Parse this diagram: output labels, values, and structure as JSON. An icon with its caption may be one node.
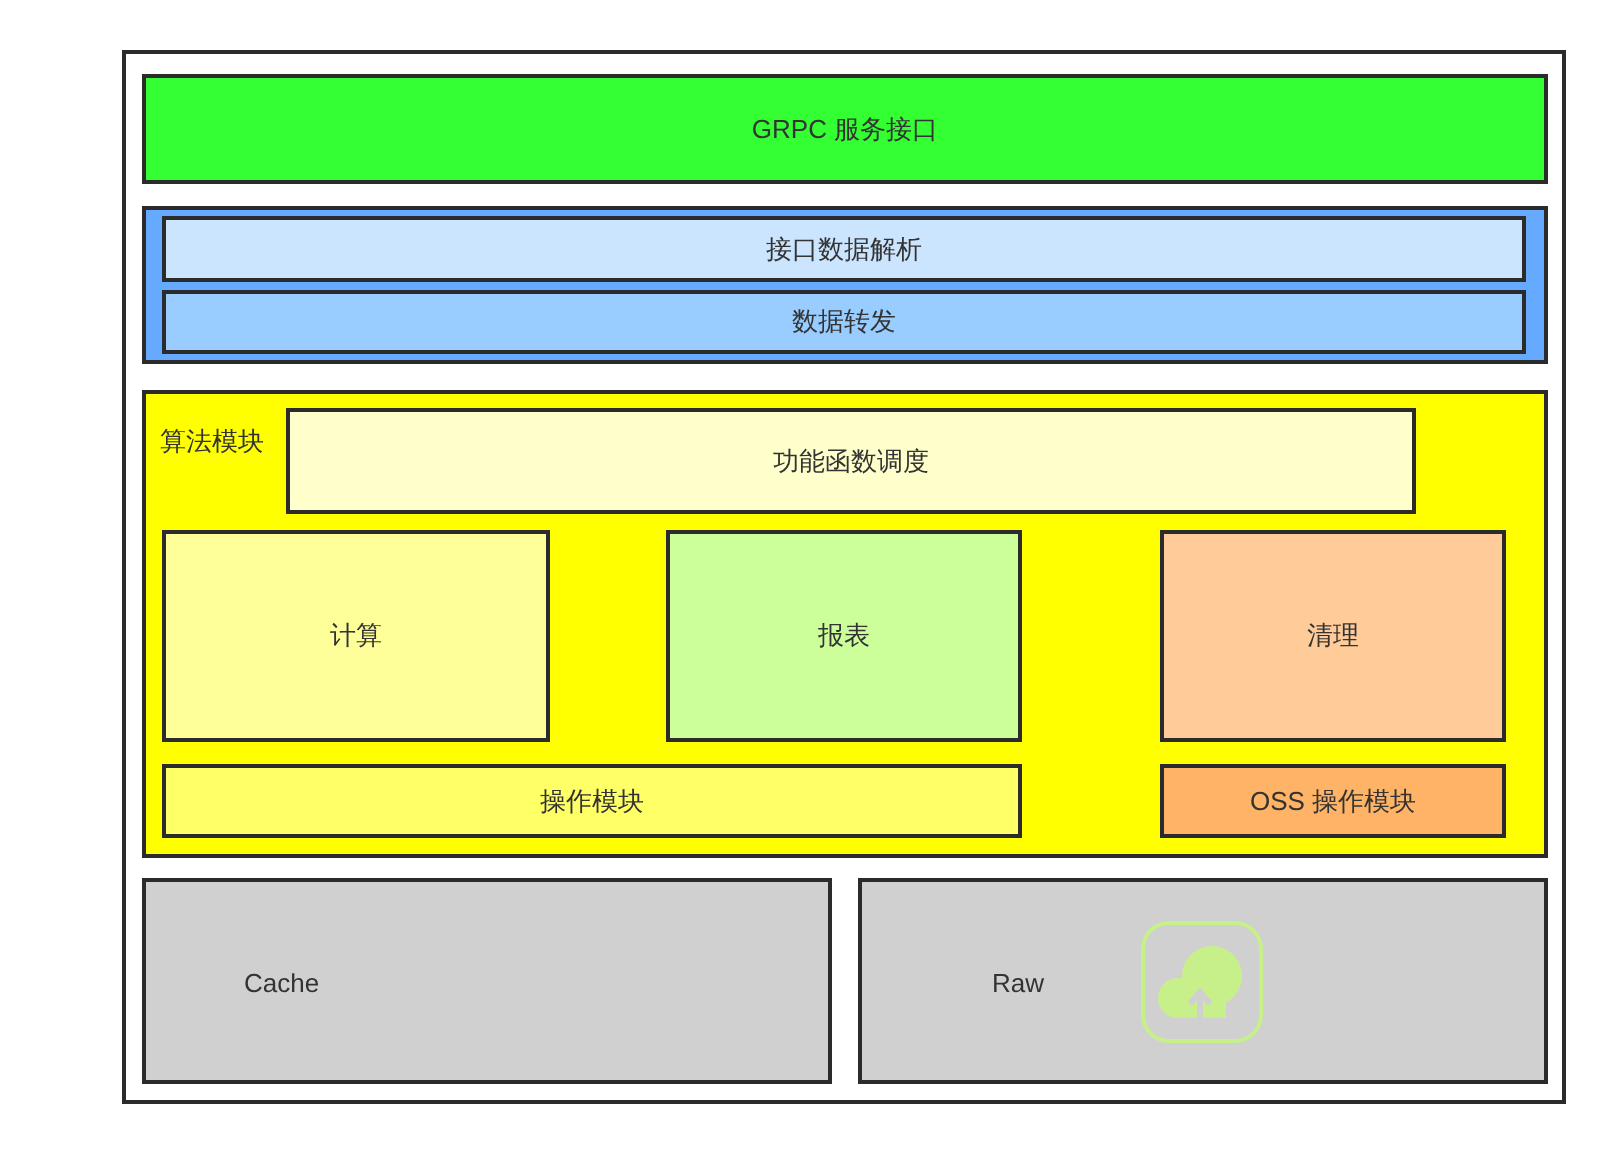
{
  "diagram": {
    "nodes": [
      {
        "text": [],
        "shape": "box"
      },
      {
        "text": [
          "GRPC 服务接口"
        ],
        "in": 0
      },
      {
        "text": [],
        "shape": "box",
        "in": 0
      },
      {
        "text": [
          "接口数据解析"
        ],
        "in": 2
      },
      {
        "text": [
          "数据转发"
        ],
        "in": 2
      },
      {
        "text": [
          "算法模块"
        ],
        "in": 0
      },
      {
        "text": [
          "功能函数调度"
        ],
        "in": 5
      },
      {
        "text": [
          "计算"
        ],
        "in": 5
      },
      {
        "text": [
          "报表"
        ],
        "in": 5
      },
      {
        "text": [
          "清理"
        ],
        "in": 5
      },
      {
        "text": [
          "操作模块"
        ],
        "in": 5
      },
      {
        "text": [
          "OSS 操作模块"
        ],
        "in": 5
      },
      {
        "text": [
          "Cache"
        ],
        "in": 0
      },
      {
        "text": [
          "Raw"
        ],
        "in": 0
      }
    ],
    "edges": []
  }
}
